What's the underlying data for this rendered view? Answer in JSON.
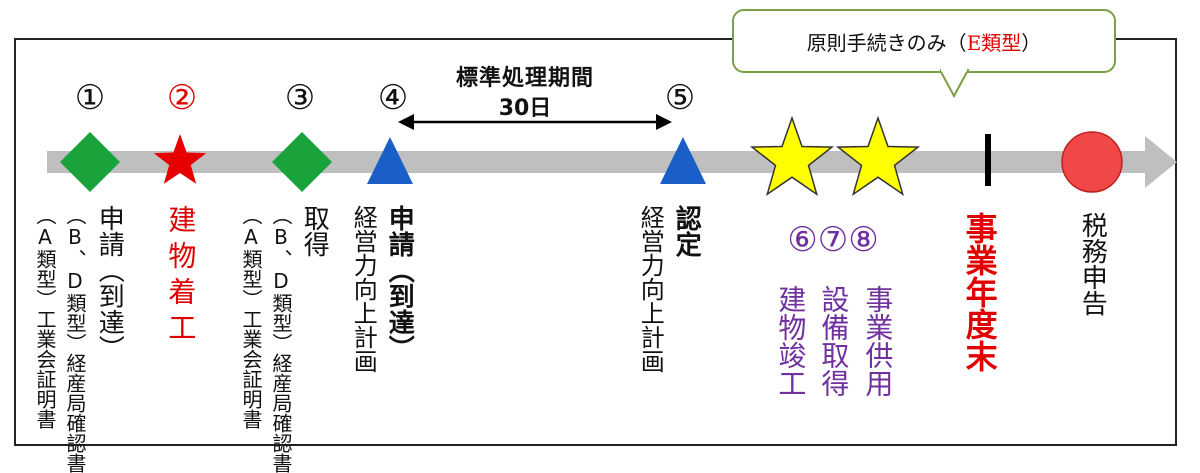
{
  "callout": {
    "prefix": "原則手続きのみ（",
    "highlight": "E類型",
    "suffix": "）",
    "border_color": "#7aa046",
    "highlight_color": "#e00000"
  },
  "period": {
    "title": "標準処理期間",
    "days": "30日"
  },
  "steps": [
    {
      "number": "①",
      "marker": "green-diamond",
      "label_main": "申請（到達）",
      "label_sub1": "（B、D類型）経産局確認書",
      "label_sub2": "（A類型）工業会証明書"
    },
    {
      "number": "②",
      "marker": "red-star",
      "label_main": "建物着工",
      "color": "#e00000"
    },
    {
      "number": "③",
      "marker": "green-diamond",
      "label_main": "取得",
      "label_sub1": "（B、D類型）経産局確認書",
      "label_sub2": "（A類型）工業会証明書"
    },
    {
      "number": "④",
      "marker": "blue-triangle",
      "label_main": "申請（到達）",
      "label_sub1": "経営力向上計画"
    },
    {
      "number": "⑤",
      "marker": "blue-triangle",
      "label_main": "認定",
      "label_sub1": "経営力向上計画"
    },
    {
      "number": "⑥⑦⑧",
      "marker": "yellow-star",
      "color": "#7030a0",
      "label_6": "建物竣工",
      "label_7": "設備取得",
      "label_8": "事業供用"
    },
    {
      "marker": "black-bar",
      "label_main": "事業年度末",
      "color": "#e00000"
    },
    {
      "marker": "red-circle",
      "label_main": "税務申告"
    }
  ],
  "colors": {
    "timeline_bar": "#bfbfbf",
    "diamond": "#1aa33b",
    "red_star": "#e60000",
    "triangle": "#1a5fc8",
    "yellow_star": "#ffff00",
    "circle": "#f04848",
    "purple": "#7030a0"
  }
}
